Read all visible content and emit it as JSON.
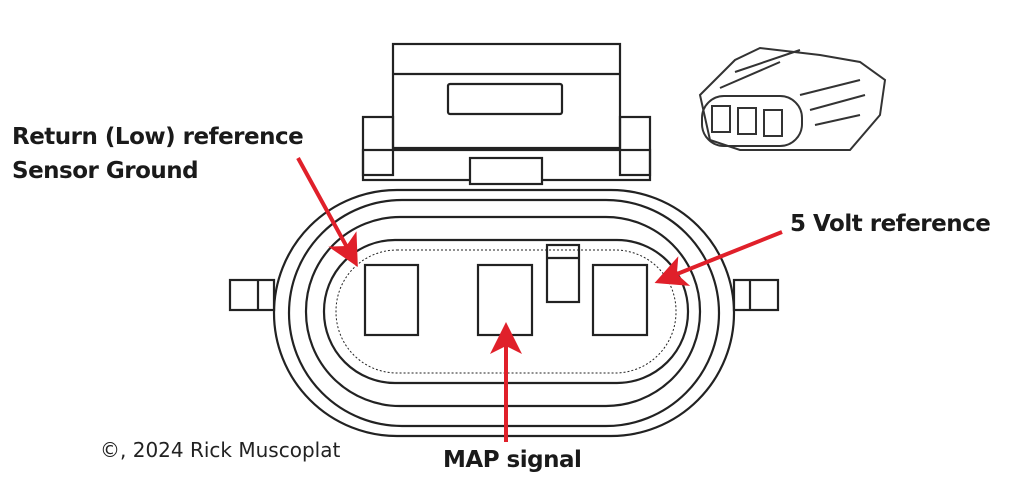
{
  "labels": {
    "return_line1": "Return (Low) reference",
    "return_line2": "Sensor Ground",
    "five_volt": "5 Volt reference",
    "map_signal": "MAP signal"
  },
  "copyright": "©, 2024 Rick Muscoplat",
  "colors": {
    "arrow": "#e0202a",
    "line": "#222222"
  }
}
